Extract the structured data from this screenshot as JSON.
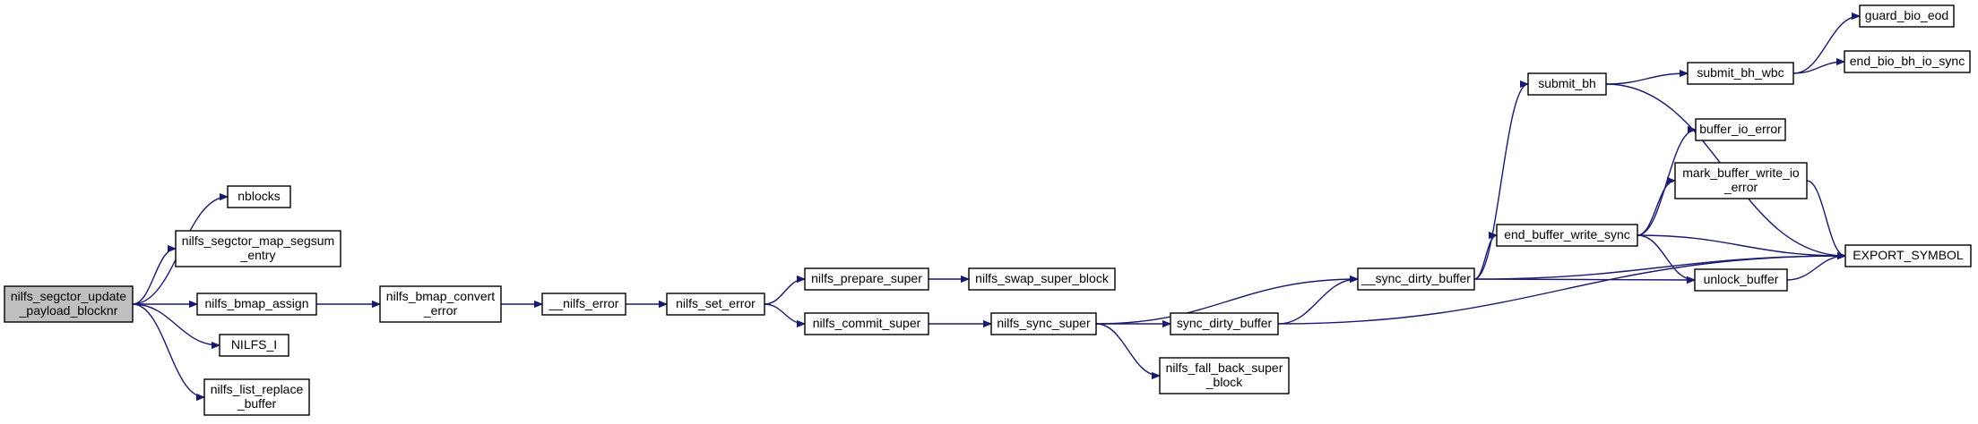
{
  "diagram": {
    "type": "call-graph",
    "colors": {
      "edge": "#191970",
      "root_fill": "#bfbfbf",
      "node_fill": "#ffffff",
      "node_stroke": "#000000"
    },
    "nodes": [
      {
        "id": "root",
        "lines": [
          "nilfs_segctor_update",
          "_payload_blocknr"
        ],
        "root": true
      },
      {
        "id": "nblocks",
        "lines": [
          "nblocks"
        ]
      },
      {
        "id": "map_segsum",
        "lines": [
          "nilfs_segctor_map_segsum",
          "_entry"
        ]
      },
      {
        "id": "bmap_assign",
        "lines": [
          "nilfs_bmap_assign"
        ]
      },
      {
        "id": "nilfs_i",
        "lines": [
          "NILFS_I"
        ]
      },
      {
        "id": "list_replace",
        "lines": [
          "nilfs_list_replace",
          "_buffer"
        ]
      },
      {
        "id": "bmap_convert",
        "lines": [
          "nilfs_bmap_convert",
          "_error"
        ]
      },
      {
        "id": "nilfs_error_fn",
        "lines": [
          "__nilfs_error"
        ]
      },
      {
        "id": "set_error",
        "lines": [
          "nilfs_set_error"
        ]
      },
      {
        "id": "prepare_super",
        "lines": [
          "nilfs_prepare_super"
        ]
      },
      {
        "id": "swap_super",
        "lines": [
          "nilfs_swap_super_block"
        ]
      },
      {
        "id": "commit_super",
        "lines": [
          "nilfs_commit_super"
        ]
      },
      {
        "id": "sync_super",
        "lines": [
          "nilfs_sync_super"
        ]
      },
      {
        "id": "fall_back",
        "lines": [
          "nilfs_fall_back_super",
          "_block"
        ]
      },
      {
        "id": "sync_dirty_buffer",
        "lines": [
          "sync_dirty_buffer"
        ]
      },
      {
        "id": "sync_dirty_buffer_inner",
        "lines": [
          "__sync_dirty_buffer"
        ]
      },
      {
        "id": "submit_bh",
        "lines": [
          "submit_bh"
        ]
      },
      {
        "id": "submit_bh_wbc",
        "lines": [
          "submit_bh_wbc"
        ]
      },
      {
        "id": "guard_bio_eod",
        "lines": [
          "guard_bio_eod"
        ]
      },
      {
        "id": "end_bio_bh_io_sync",
        "lines": [
          "end_bio_bh_io_sync"
        ]
      },
      {
        "id": "buffer_io_error",
        "lines": [
          "buffer_io_error"
        ]
      },
      {
        "id": "mark_buffer_write_io_error",
        "lines": [
          "mark_buffer_write_io",
          "_error"
        ]
      },
      {
        "id": "end_buffer_write_sync",
        "lines": [
          "end_buffer_write_sync"
        ]
      },
      {
        "id": "unlock_buffer",
        "lines": [
          "unlock_buffer"
        ]
      },
      {
        "id": "export_symbol",
        "lines": [
          "EXPORT_SYMBOL"
        ]
      }
    ],
    "edges": [
      [
        "root",
        "nblocks"
      ],
      [
        "root",
        "map_segsum"
      ],
      [
        "root",
        "bmap_assign"
      ],
      [
        "root",
        "nilfs_i"
      ],
      [
        "root",
        "list_replace"
      ],
      [
        "bmap_assign",
        "bmap_convert"
      ],
      [
        "bmap_convert",
        "nilfs_error_fn"
      ],
      [
        "nilfs_error_fn",
        "set_error"
      ],
      [
        "set_error",
        "prepare_super"
      ],
      [
        "set_error",
        "commit_super"
      ],
      [
        "prepare_super",
        "swap_super"
      ],
      [
        "commit_super",
        "sync_super"
      ],
      [
        "sync_super",
        "sync_dirty_buffer_inner"
      ],
      [
        "sync_super",
        "sync_dirty_buffer"
      ],
      [
        "sync_super",
        "fall_back"
      ],
      [
        "sync_dirty_buffer",
        "sync_dirty_buffer_inner"
      ],
      [
        "sync_dirty_buffer",
        "export_symbol"
      ],
      [
        "sync_dirty_buffer_inner",
        "submit_bh"
      ],
      [
        "sync_dirty_buffer_inner",
        "end_buffer_write_sync"
      ],
      [
        "sync_dirty_buffer_inner",
        "unlock_buffer"
      ],
      [
        "sync_dirty_buffer_inner",
        "export_symbol"
      ],
      [
        "submit_bh",
        "submit_bh_wbc"
      ],
      [
        "submit_bh",
        "export_symbol"
      ],
      [
        "submit_bh_wbc",
        "guard_bio_eod"
      ],
      [
        "submit_bh_wbc",
        "end_bio_bh_io_sync"
      ],
      [
        "end_buffer_write_sync",
        "buffer_io_error"
      ],
      [
        "end_buffer_write_sync",
        "mark_buffer_write_io_error"
      ],
      [
        "end_buffer_write_sync",
        "unlock_buffer"
      ],
      [
        "end_buffer_write_sync",
        "export_symbol"
      ],
      [
        "mark_buffer_write_io_error",
        "export_symbol"
      ],
      [
        "unlock_buffer",
        "export_symbol"
      ]
    ]
  }
}
